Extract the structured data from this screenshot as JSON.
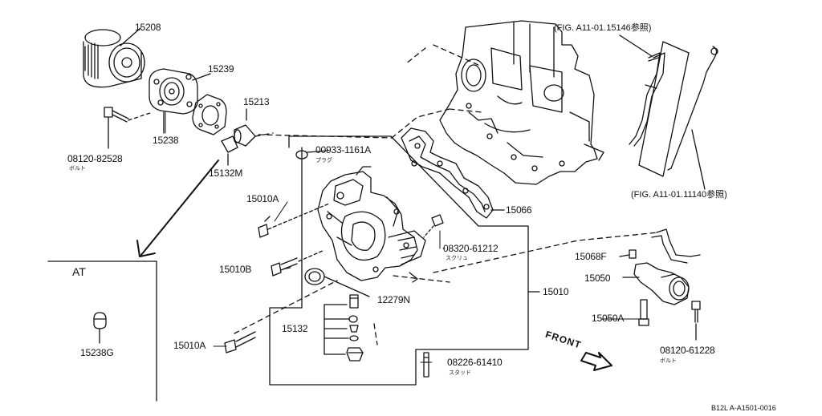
{
  "drawing_code": "B12L A-A1501-0016",
  "front_label": "FRONT",
  "at_inset": {
    "title": "AT",
    "part": "15238G"
  },
  "references": [
    {
      "id": "ref-15146",
      "text": "(FIG. A11-01.15146参照)"
    },
    {
      "id": "ref-11140",
      "text": "(FIG. A11-01.11140参照)"
    }
  ],
  "parts": [
    {
      "id": "p15208",
      "number": "15208",
      "note": ""
    },
    {
      "id": "p15239",
      "number": "15239",
      "note": ""
    },
    {
      "id": "p15213",
      "number": "15213",
      "note": ""
    },
    {
      "id": "p15238",
      "number": "15238",
      "note": ""
    },
    {
      "id": "p08120-82528",
      "number": "08120-82528",
      "note": "ボルト"
    },
    {
      "id": "p15132M",
      "number": "15132M",
      "note": ""
    },
    {
      "id": "p00933",
      "number": "00933-1161A",
      "note": "プラグ"
    },
    {
      "id": "p15010A-top",
      "number": "15010A",
      "note": ""
    },
    {
      "id": "p15010B",
      "number": "15010B",
      "note": ""
    },
    {
      "id": "p15066",
      "number": "15066",
      "note": ""
    },
    {
      "id": "p08320",
      "number": "08320-61212",
      "note": "スクリュ"
    },
    {
      "id": "p12279N",
      "number": "12279N",
      "note": ""
    },
    {
      "id": "p15010",
      "number": "15010",
      "note": ""
    },
    {
      "id": "p15132",
      "number": "15132",
      "note": ""
    },
    {
      "id": "p15010A-bot",
      "number": "15010A",
      "note": ""
    },
    {
      "id": "p08226",
      "number": "08226-61410",
      "note": "スタッド"
    },
    {
      "id": "p15068F",
      "number": "15068F",
      "note": ""
    },
    {
      "id": "p15050",
      "number": "15050",
      "note": ""
    },
    {
      "id": "p15050A",
      "number": "15050A",
      "note": ""
    },
    {
      "id": "p08120-61228",
      "number": "08120-61228",
      "note": "ボルト"
    }
  ]
}
